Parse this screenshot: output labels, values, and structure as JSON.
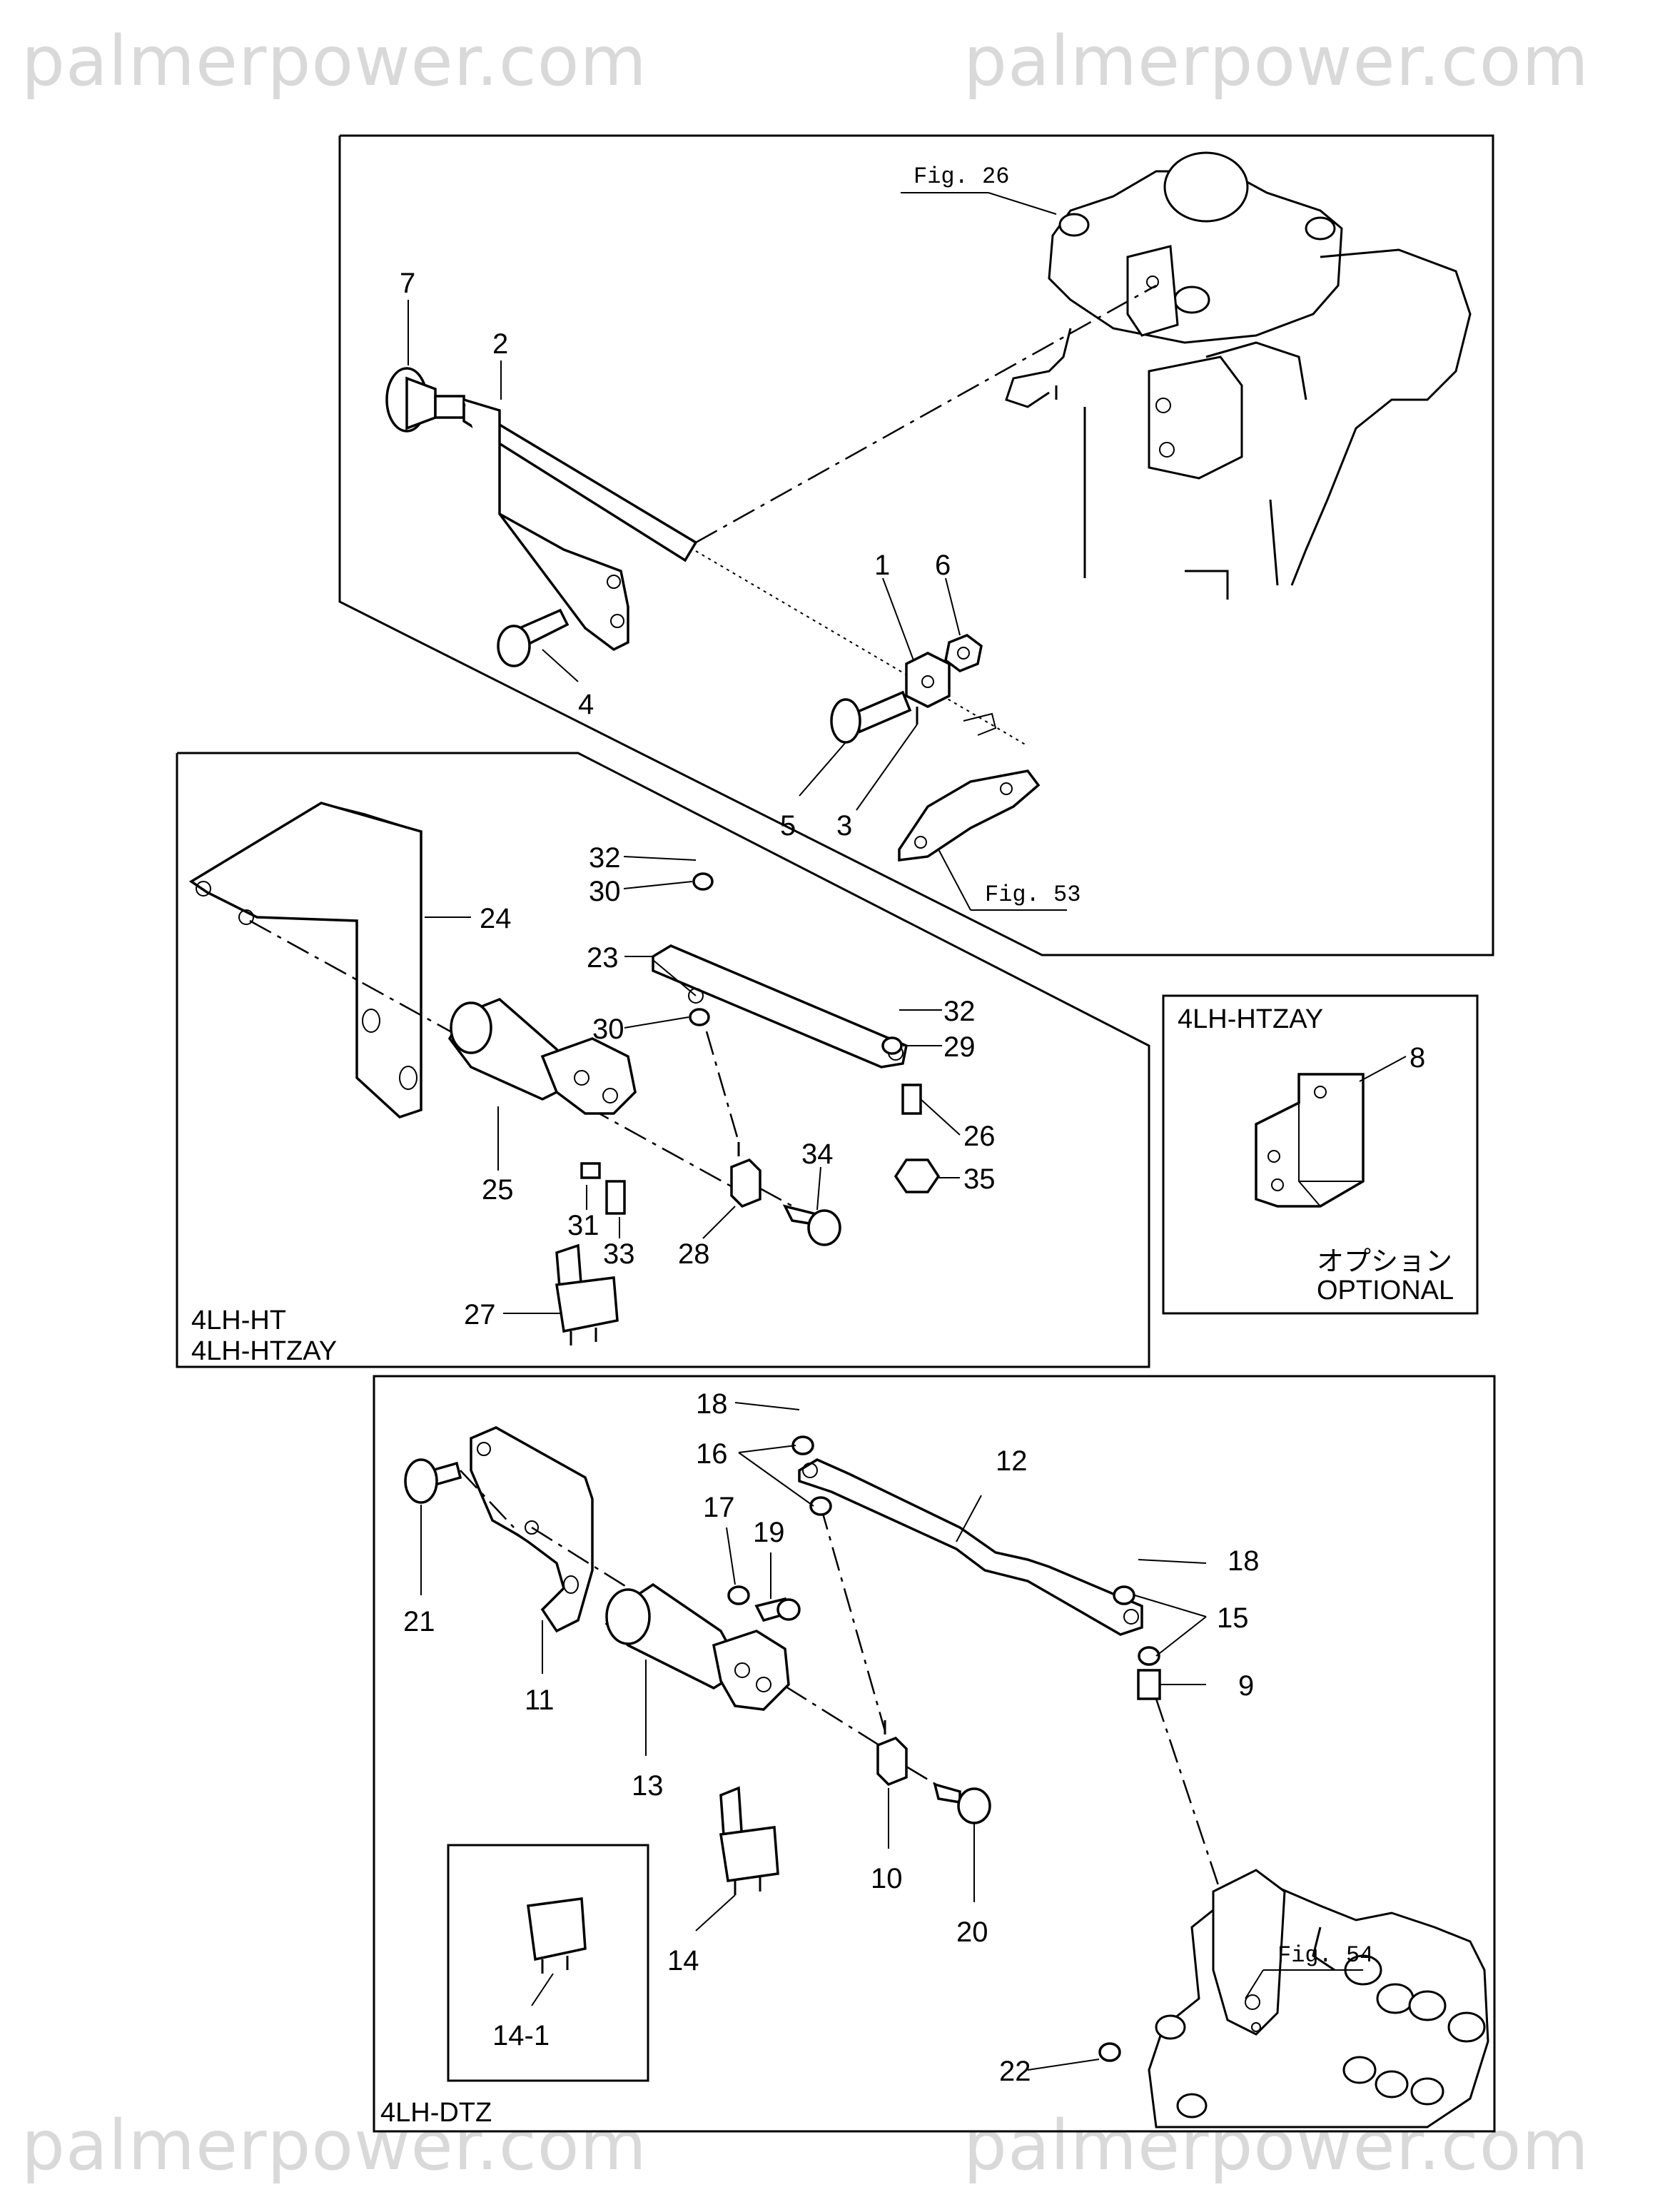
{
  "watermark": "palmerpower.com",
  "panels": {
    "top": {
      "fig_refs": [
        "Fig. 26",
        "Fig. 53"
      ]
    },
    "middle": {
      "model_labels": [
        "4LH-HT",
        "4LH-HTZAY"
      ]
    },
    "optional": {
      "model_label": "4LH-HTZAY",
      "note_jp": "オプション",
      "note_en": "OPTIONAL"
    },
    "bottom": {
      "model_label": "4LH-DTZ",
      "fig_refs": [
        "Fig. 54"
      ]
    }
  },
  "callouts": {
    "top": [
      "7",
      "2",
      "4",
      "1",
      "6",
      "5",
      "3"
    ],
    "middle": [
      "32",
      "30",
      "24",
      "23",
      "30",
      "32",
      "29",
      "26",
      "34",
      "35",
      "25",
      "31",
      "33",
      "28",
      "27"
    ],
    "optional": [
      "8"
    ],
    "bottom": [
      "18",
      "16",
      "12",
      "17",
      "19",
      "18",
      "15",
      "9",
      "21",
      "11",
      "13",
      "10",
      "20",
      "14",
      "14-1",
      "22"
    ]
  }
}
